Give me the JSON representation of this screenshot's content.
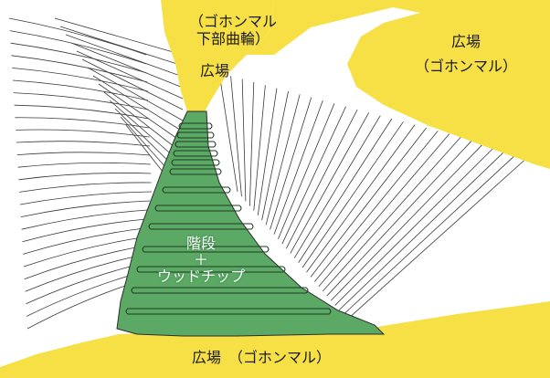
{
  "colors": {
    "plaza": "#f6e046",
    "stair_area": "#5ba965",
    "slope_bg": "#ffffff",
    "hatch": "#3a3a3a"
  },
  "labels": {
    "top_center": {
      "line1": "（ゴホンマル",
      "line2": "下部曲輪）",
      "line3": "広場"
    },
    "top_right": {
      "line1": "広場",
      "line2": "（ゴホンマル）"
    },
    "center": {
      "line1": "階段",
      "line2": "＋",
      "line3": "ウッドチップ"
    },
    "bottom": {
      "text": "広場　（ゴホンマル）"
    }
  }
}
